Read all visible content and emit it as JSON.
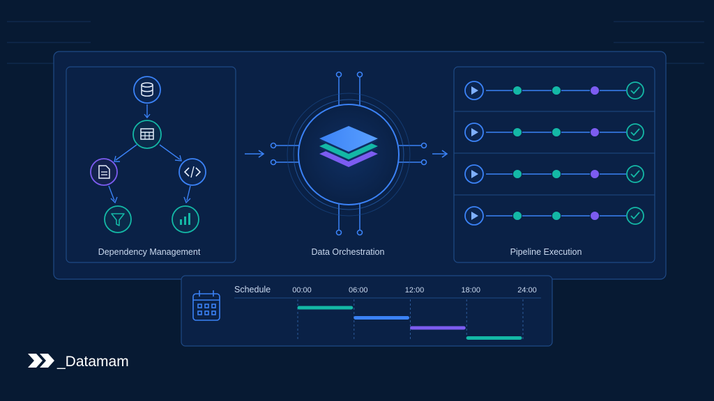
{
  "colors": {
    "background": "#071a33",
    "panel_border": "#1f4a86",
    "blue": "#3b82f6",
    "teal": "#14b8a6",
    "purple": "#7c5cf0",
    "text": "#c9d8ee"
  },
  "dependency": {
    "label": "Dependency Management",
    "icons": [
      "database-icon",
      "table-icon",
      "document-icon",
      "code-icon",
      "filter-icon",
      "bar-chart-icon"
    ]
  },
  "orchestration": {
    "label": "Data Orchestration",
    "icon": "layers-icon"
  },
  "pipeline": {
    "label": "Pipeline Execution",
    "rows": [
      {
        "status": "complete"
      },
      {
        "status": "complete"
      },
      {
        "status": "complete"
      },
      {
        "status": "complete"
      }
    ]
  },
  "schedule": {
    "title": "Schedule",
    "icon": "calendar-icon",
    "ticks": [
      "00:00",
      "06:00",
      "12:00",
      "18:00",
      "24:00"
    ],
    "bars": [
      {
        "start": 0,
        "end": 6,
        "color": "#14b8a6"
      },
      {
        "start": 6,
        "end": 12,
        "color": "#3b82f6"
      },
      {
        "start": 12,
        "end": 18,
        "color": "#7c5cf0"
      },
      {
        "start": 18,
        "end": 24,
        "color": "#14b8a6"
      }
    ]
  },
  "brand": {
    "name": "_Datamam",
    "icon": "double-chevron-logo-icon"
  }
}
